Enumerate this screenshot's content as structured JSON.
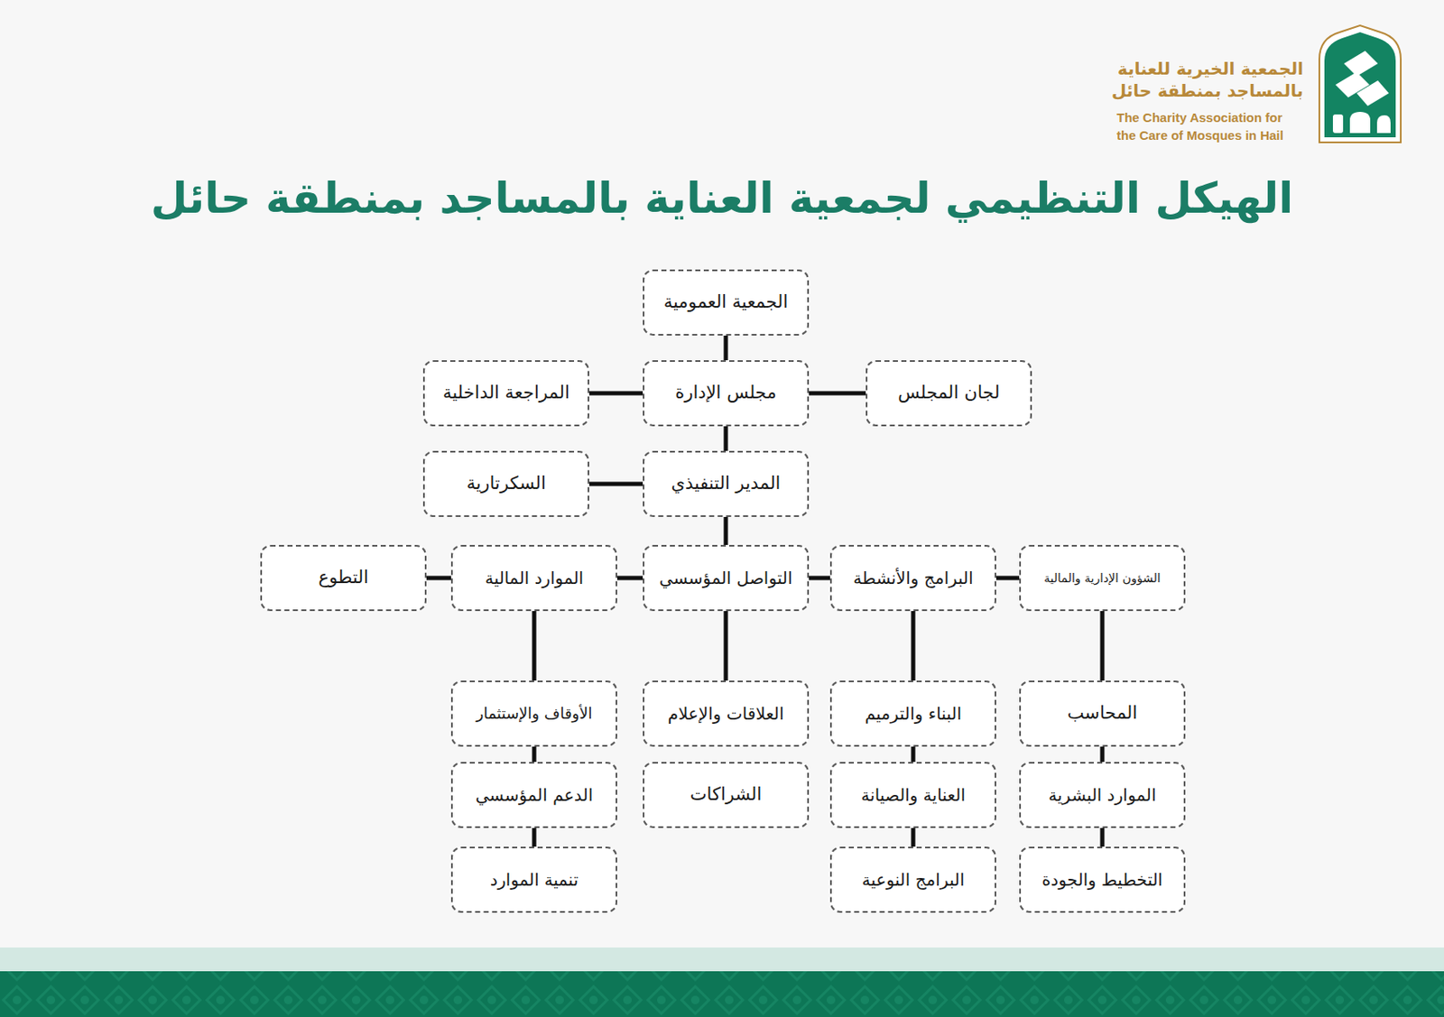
{
  "diagram": {
    "title": "الهيكل التنظيمي لجمعية العناية بالمساجد بمنطقة حائل",
    "nodes": [
      {
        "text": [
          "الجمعية العمومية"
        ]
      },
      {
        "text": [
          "لجان المجلس"
        ]
      },
      {
        "text": [
          "مجلس الإدارة"
        ]
      },
      {
        "text": [
          "المراجعة الداخلية"
        ]
      },
      {
        "text": [
          "المدير التنفيذي"
        ]
      },
      {
        "text": [
          "السكرتارية"
        ]
      },
      {
        "text": [
          "الشؤون الإدارية والمالية"
        ]
      },
      {
        "text": [
          "البرامج والأنشطة"
        ]
      },
      {
        "text": [
          "التواصل المؤسسي"
        ]
      },
      {
        "text": [
          "الموارد المالية"
        ]
      },
      {
        "text": [
          "التطوع"
        ]
      },
      {
        "text": [
          "المحاسب"
        ]
      },
      {
        "text": [
          "البناء والترميم"
        ]
      },
      {
        "text": [
          "العلاقات والإعلام"
        ]
      },
      {
        "text": [
          "الأوقاف والإستثمار"
        ]
      },
      {
        "text": [
          "الموارد البشرية"
        ]
      },
      {
        "text": [
          "العناية والصيانة"
        ]
      },
      {
        "text": [
          "الشراكات"
        ]
      },
      {
        "text": [
          "الدعم المؤسسي"
        ]
      },
      {
        "text": [
          "التخطيط والجودة"
        ]
      },
      {
        "text": [
          "البرامج النوعية"
        ]
      },
      {
        "text": [
          "تنمية الموارد"
        ]
      }
    ],
    "edges": [
      {
        "from": 0,
        "to": 2,
        "arrow": "none"
      },
      {
        "from": 2,
        "to": 1,
        "arrow": "none"
      },
      {
        "from": 2,
        "to": 3,
        "arrow": "none"
      },
      {
        "from": 2,
        "to": 4,
        "arrow": "none"
      },
      {
        "from": 4,
        "to": 5,
        "arrow": "none"
      },
      {
        "from": 4,
        "to": 8,
        "arrow": "none"
      },
      {
        "from": 8,
        "to": 7,
        "arrow": "none"
      },
      {
        "from": 7,
        "to": 6,
        "arrow": "none"
      },
      {
        "from": 8,
        "to": 9,
        "arrow": "none"
      },
      {
        "from": 9,
        "to": 10,
        "arrow": "none"
      },
      {
        "from": 6,
        "to": 11,
        "arrow": "none"
      },
      {
        "from": 11,
        "to": 15,
        "arrow": "none"
      },
      {
        "from": 15,
        "to": 19,
        "arrow": "none"
      },
      {
        "from": 7,
        "to": 12,
        "arrow": "none"
      },
      {
        "from": 12,
        "to": 16,
        "arrow": "none"
      },
      {
        "from": 16,
        "to": 20,
        "arrow": "none"
      },
      {
        "from": 8,
        "to": 13,
        "arrow": "none"
      },
      {
        "from": 9,
        "to": 14,
        "arrow": "none"
      },
      {
        "from": 14,
        "to": 18,
        "arrow": "none"
      },
      {
        "from": 18,
        "to": 21,
        "arrow": "none"
      }
    ],
    "labels": [
      "الجمعية الخيرية للعناية بالمساجد بمنطقة حائل",
      "The Charity Association for the Care of Mosques in Hail"
    ]
  }
}
